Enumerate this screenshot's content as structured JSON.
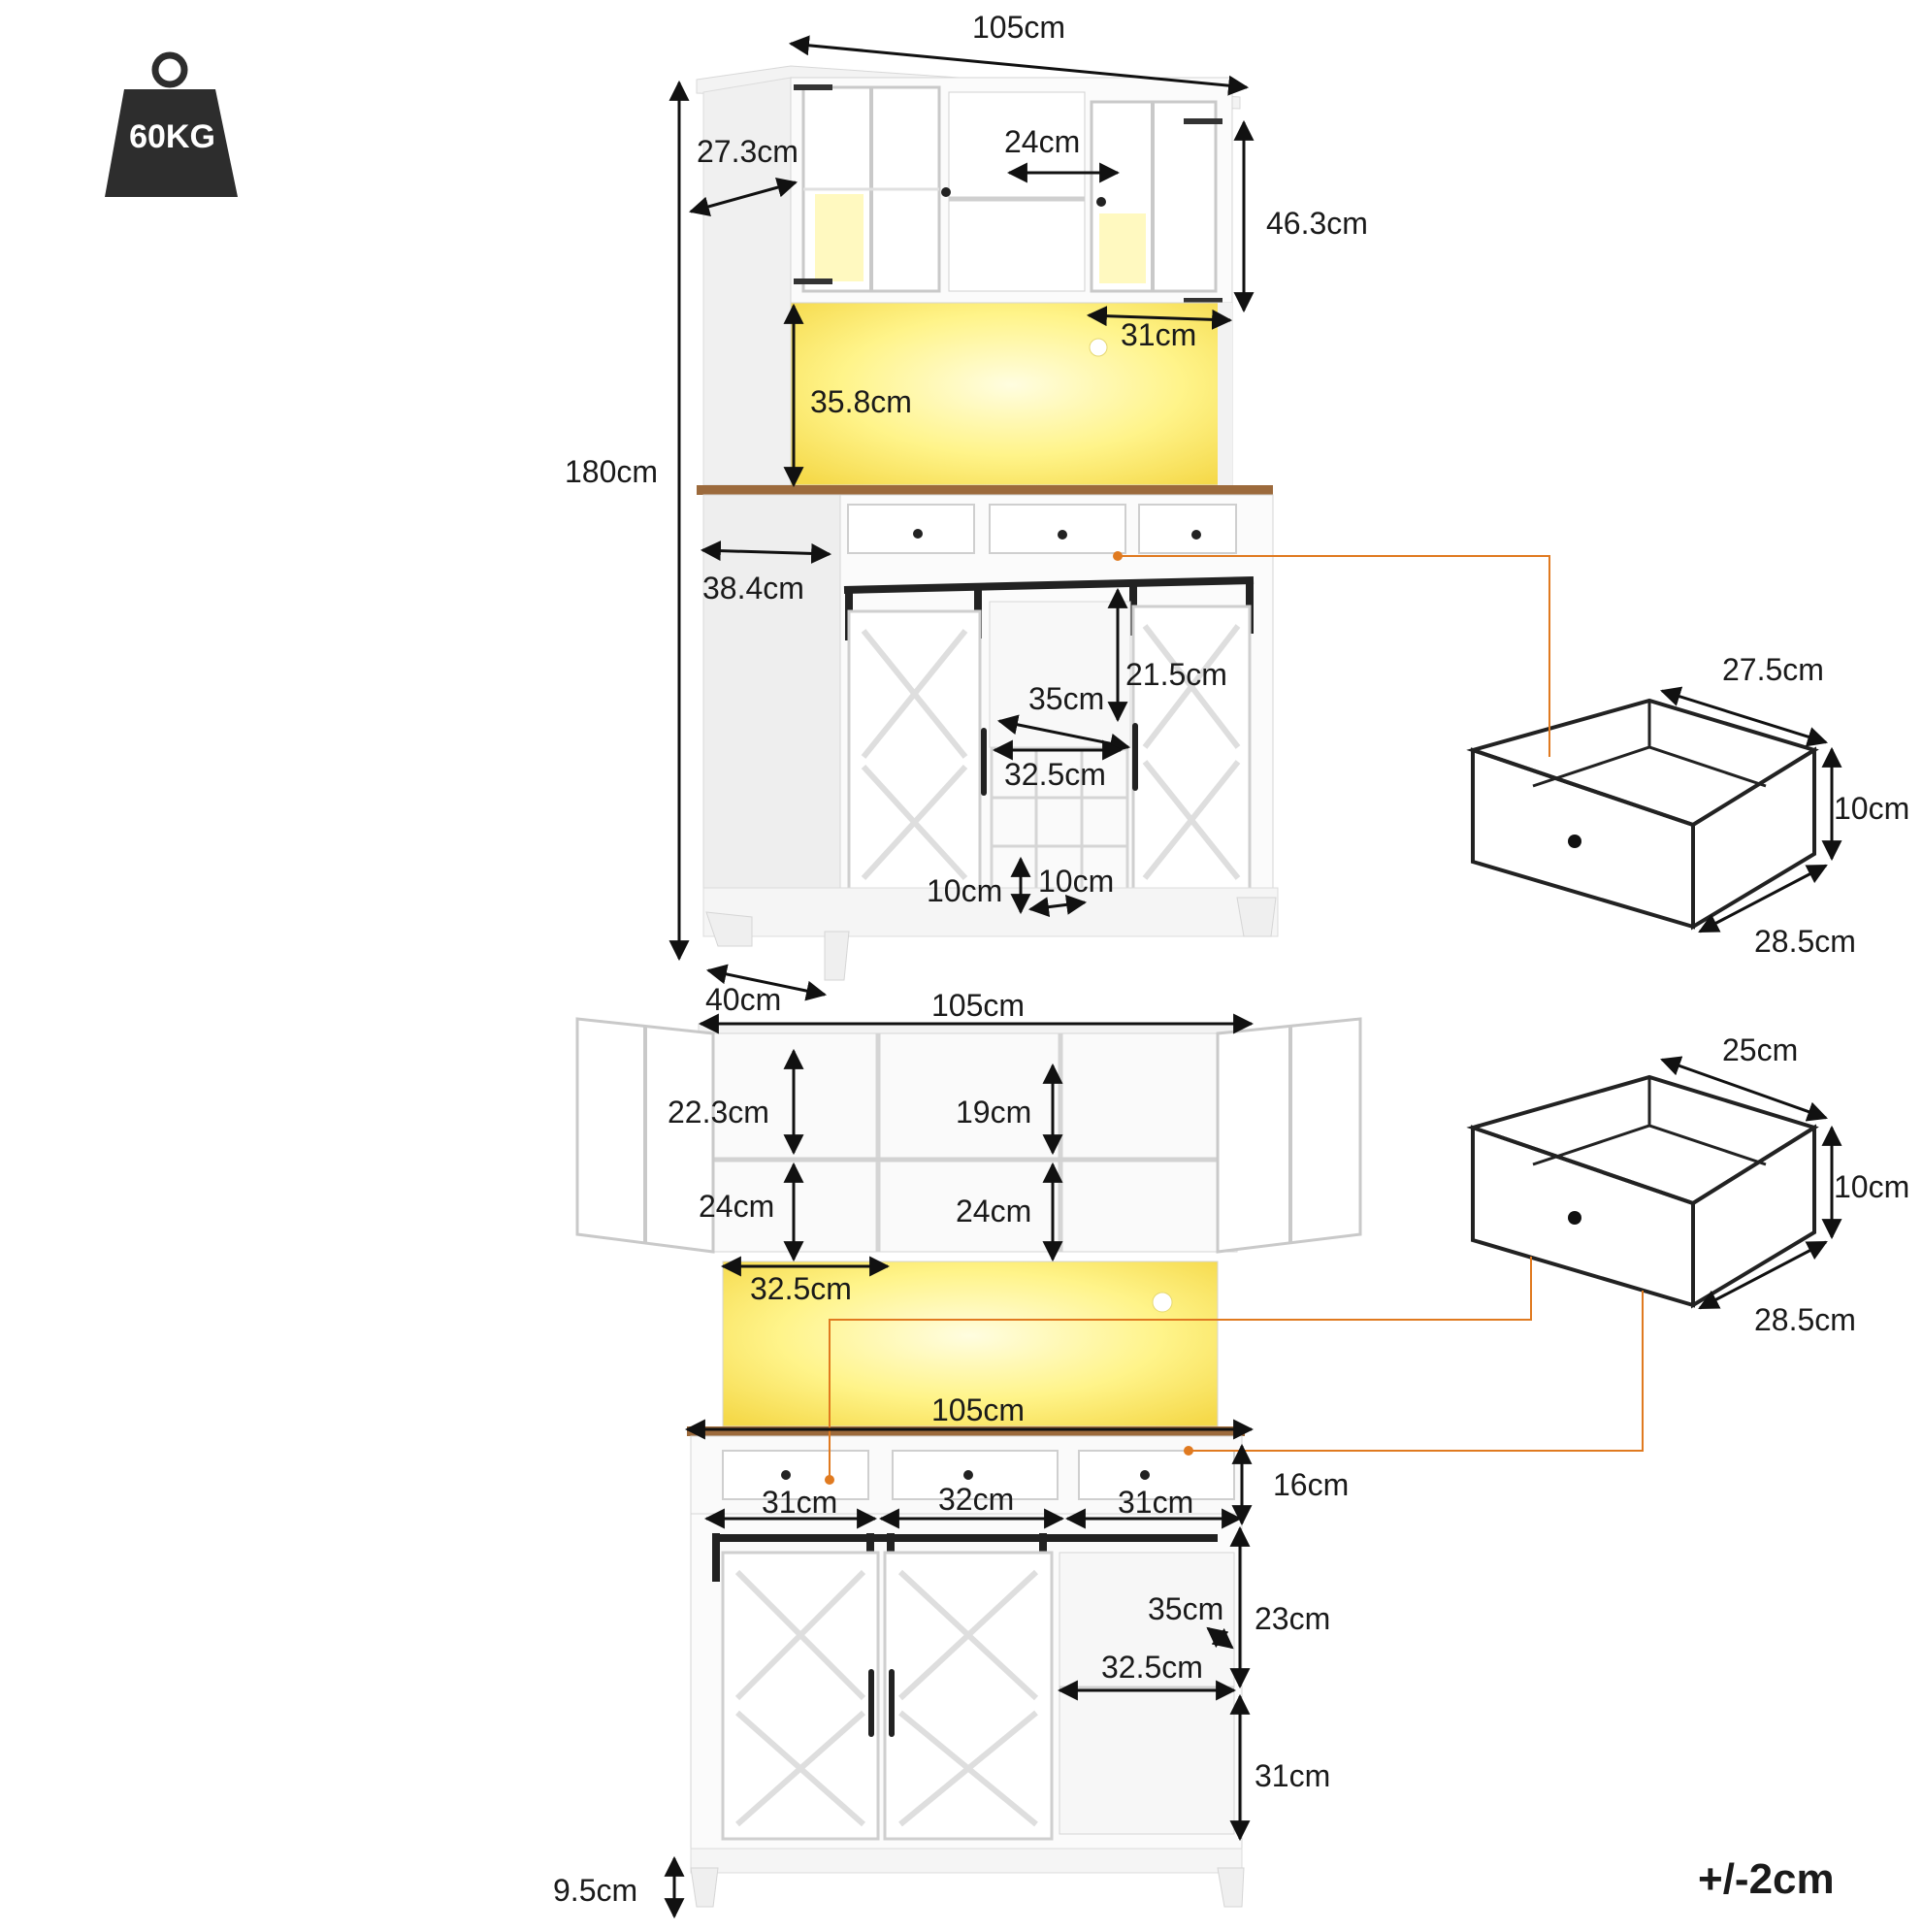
{
  "badge": {
    "weight": "60KG"
  },
  "tolerance": "+/-2cm",
  "top_view": {
    "total_width": "105cm",
    "hutch_depth": "27.3cm",
    "middle_shelf_width": "24cm",
    "hutch_height": "46.3cm",
    "hutch_bottom_width": "31cm",
    "total_height": "180cm",
    "open_height": "35.8cm",
    "base_depth": "38.4cm",
    "wine_height": "21.5cm",
    "wine_depth": "35cm",
    "wine_width": "32.5cm",
    "cube_height": "10cm",
    "cube_width": "10cm",
    "leg_depth": "40cm"
  },
  "drawer_large": {
    "width": "27.5cm",
    "height": "10cm",
    "depth": "28.5cm"
  },
  "drawer_small": {
    "width": "25cm",
    "height": "10cm",
    "depth": "28.5cm"
  },
  "bottom_view": {
    "total_width_top": "105cm",
    "side_shelf_height": "22.3cm",
    "center_shelf_height": "19cm",
    "side_lower_height": "24cm",
    "center_lower_height": "24cm",
    "side_width": "32.5cm",
    "counter_width": "105cm",
    "drawer_height": "16cm",
    "drawer_left": "31cm",
    "drawer_mid": "32cm",
    "drawer_right": "31cm",
    "cabinet_depth": "35cm",
    "cabinet_upper": "23cm",
    "cabinet_width": "32.5cm",
    "cabinet_lower": "31cm",
    "leg_height": "9.5cm"
  },
  "colors": {
    "light": "#fff176",
    "wood": "#9c6a3c",
    "leader": "#e07a20",
    "ink": "#222222"
  }
}
